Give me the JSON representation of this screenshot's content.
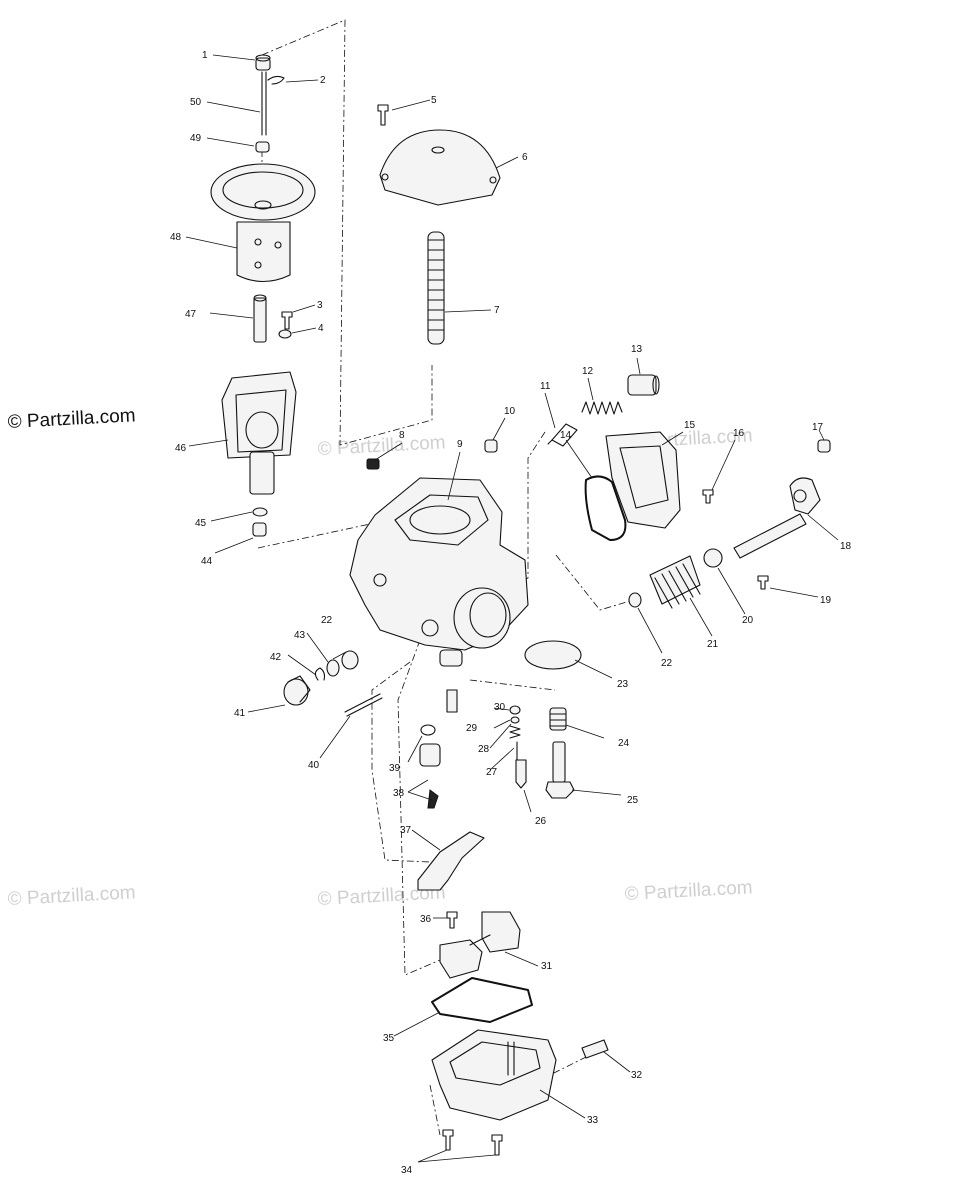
{
  "copyright": "© Partzilla.com",
  "watermark_text": "© Partzilla.com",
  "callouts": [
    "1",
    "2",
    "3",
    "4",
    "5",
    "6",
    "7",
    "8",
    "9",
    "10",
    "11",
    "12",
    "13",
    "14",
    "15",
    "16",
    "17",
    "18",
    "19",
    "20",
    "21",
    "22",
    "22",
    "23",
    "24",
    "25",
    "26",
    "27",
    "28",
    "29",
    "30",
    "31",
    "32",
    "33",
    "34",
    "35",
    "36",
    "37",
    "38",
    "39",
    "40",
    "41",
    "42",
    "43",
    "44",
    "45",
    "46",
    "47",
    "48",
    "49",
    "50"
  ],
  "colors": {
    "line": "#111111",
    "watermark": "#cfcfcf",
    "background": "#ffffff"
  }
}
